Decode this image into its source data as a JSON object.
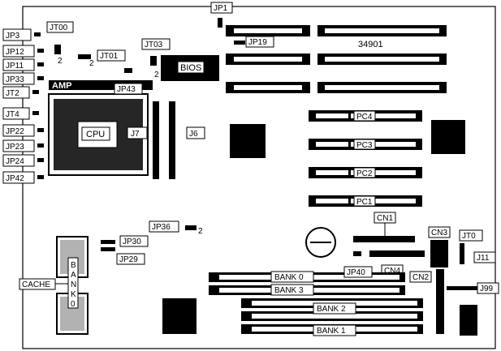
{
  "board": {
    "number": "34901",
    "bios": "BIOS",
    "cpu": "CPU",
    "amp": "AMP",
    "cache": "CACHE",
    "bank_vertical": [
      "B",
      "A",
      "N",
      "K",
      "0"
    ],
    "pci_slots": [
      "PC4",
      "PC3",
      "PC2",
      "PC1"
    ],
    "connectors": {
      "cn1": "CN1",
      "cn2": "CN2",
      "cn3": "CN3",
      "cn4": "CN4"
    },
    "banks": [
      "BANK 0",
      "BANK 3",
      "BANK 2",
      "BANK 1"
    ],
    "pin_one": "2"
  },
  "jumpers_left": [
    "JP3",
    "JP12",
    "JP11",
    "JP33",
    "JT2",
    "JT4",
    "JP22",
    "JP23",
    "JP24",
    "JP42"
  ],
  "jumpers": {
    "jp1": "JP1",
    "jp19": "JP19",
    "jt00": "JT00",
    "jt01": "JT01",
    "jt03": "JT03",
    "jp43": "JP43",
    "j7": "J7",
    "j6": "J6",
    "jp36": "JP36",
    "jp30": "JP30",
    "jp29": "JP29",
    "jp40": "JP40",
    "jt0": "JT0",
    "j11": "J11",
    "j99": "J99"
  }
}
